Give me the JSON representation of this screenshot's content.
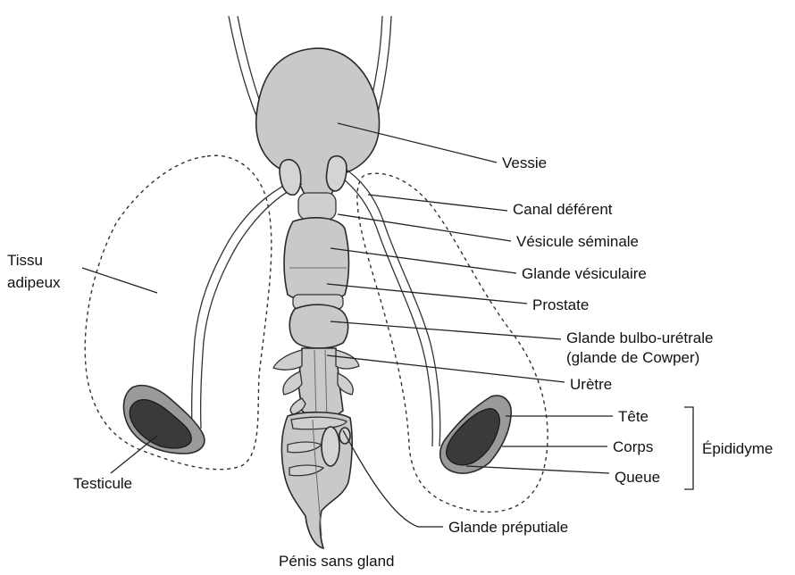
{
  "labels": {
    "vessie": "Vessie",
    "canal_deferent": "Canal déférent",
    "vesicule_seminale": "Vésicule séminale",
    "glande_vesiculaire": "Glande vésiculaire",
    "prostate": "Prostate",
    "bulbo_line1": "Glande bulbo-urétrale",
    "bulbo_line2": "(glande de Cowper)",
    "uretre": "Urètre",
    "tete": "Tête",
    "corps": "Corps",
    "queue": "Queue",
    "epididyme": "Épididyme",
    "tissu_line1": "Tissu",
    "tissu_line2": "adipeux",
    "testicule": "Testicule",
    "glande_preputiale": "Glande préputiale",
    "penis": "Pénis sans gland"
  },
  "colors": {
    "organ": "#c9c9c9",
    "testis_outer": "#9a9a9a",
    "testis_inner": "#3a3a3a",
    "line": "#222222"
  }
}
